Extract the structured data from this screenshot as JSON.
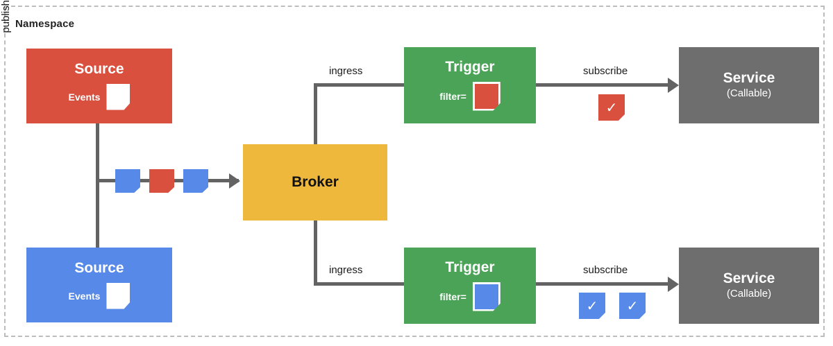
{
  "diagram": {
    "namespace_label": "Namespace",
    "nodes": {
      "source_red": {
        "title": "Source",
        "field_label": "Events",
        "icon": "event-document-icon",
        "color": "#d9503f"
      },
      "source_blue": {
        "title": "Source",
        "field_label": "Events",
        "icon": "event-document-icon",
        "color": "#5789e8"
      },
      "broker": {
        "title": "Broker",
        "color": "#edb83c"
      },
      "trigger_top": {
        "title": "Trigger",
        "field_label": "filter=",
        "icon": "filter-document-icon",
        "filter_color": "#d9503f",
        "color": "#4ba357"
      },
      "trigger_bottom": {
        "title": "Trigger",
        "field_label": "filter=",
        "icon": "filter-document-icon",
        "filter_color": "#5789e8",
        "color": "#4ba357"
      },
      "service_top": {
        "title": "Service",
        "subtitle": "(Callable)",
        "color": "#6e6e6e"
      },
      "service_bottom": {
        "title": "Service",
        "subtitle": "(Callable)",
        "color": "#6e6e6e"
      }
    },
    "edges": {
      "publish": "publish",
      "ingress_top": "ingress",
      "ingress_bottom": "ingress",
      "subscribe_top": "subscribe",
      "subscribe_bottom": "subscribe"
    },
    "packets": [
      {
        "name": "event-packet-blue",
        "color": "#5789e8"
      },
      {
        "name": "event-packet-red",
        "color": "#d9503f"
      },
      {
        "name": "event-packet-blue2",
        "color": "#5789e8"
      }
    ],
    "badges": [
      {
        "name": "delivery-check-red",
        "glyph": "✓",
        "color": "#d9503f"
      },
      {
        "name": "delivery-check-blue1",
        "glyph": "✓",
        "color": "#5789e8"
      },
      {
        "name": "delivery-check-blue2",
        "glyph": "✓",
        "color": "#5789e8"
      }
    ],
    "palette": {
      "red": "#d9503f",
      "blue": "#5789e8",
      "green": "#4ba357",
      "yellow": "#edb83c",
      "gray": "#6e6e6e",
      "line": "#636363",
      "namespace_border": "#bdbdbd"
    }
  }
}
